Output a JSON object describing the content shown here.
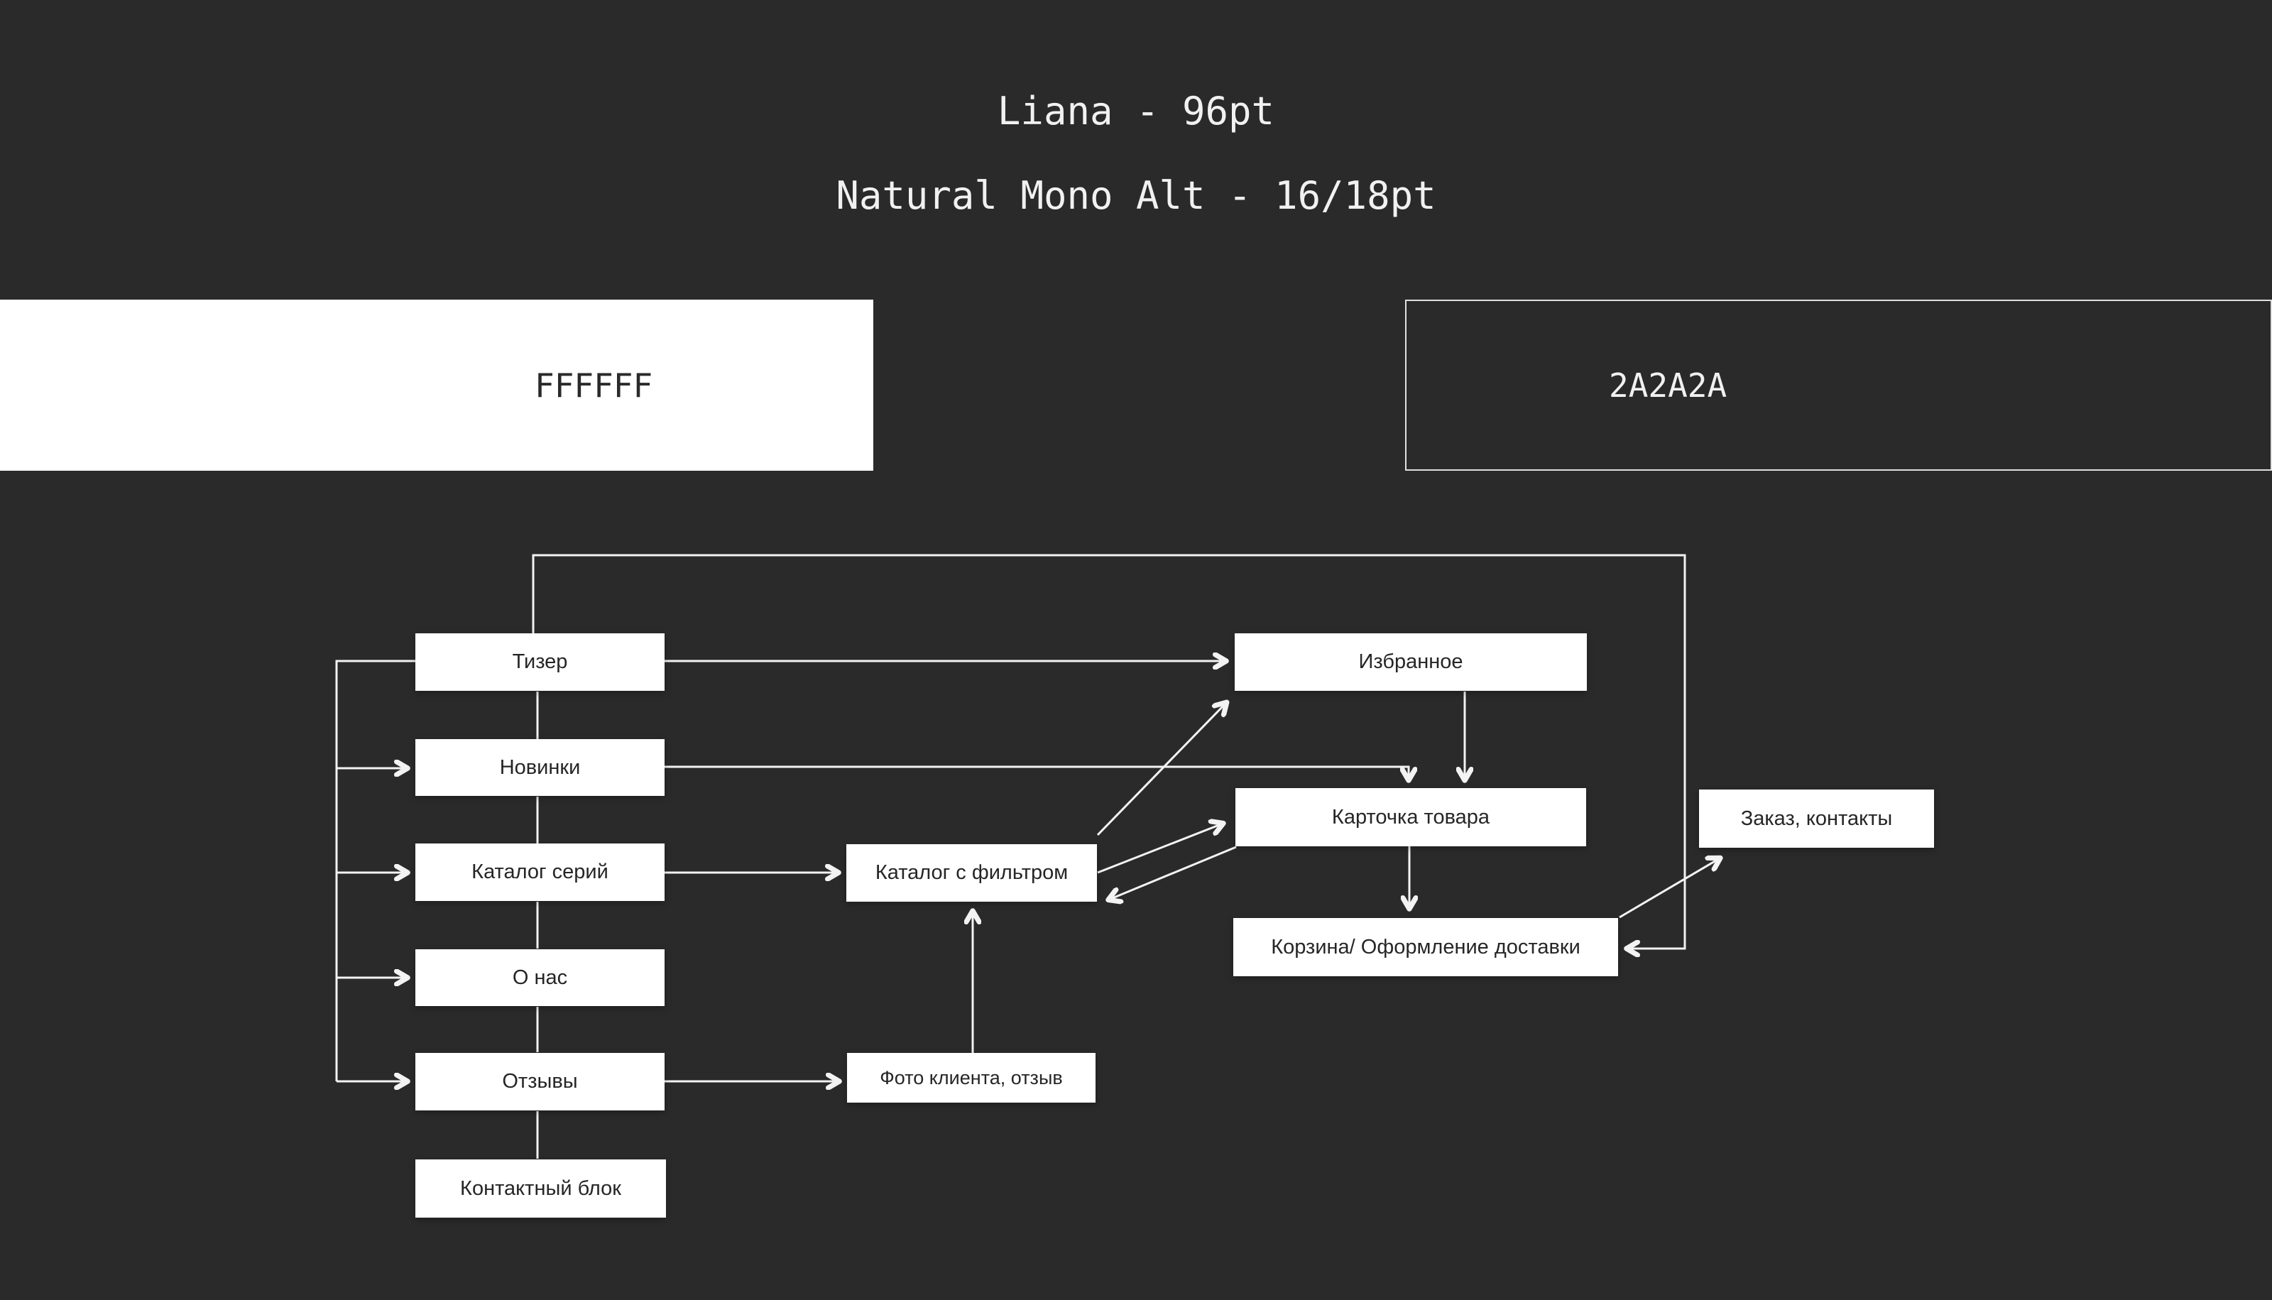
{
  "header": {
    "line1": "Liana - 96pt",
    "line2": "Natural Mono Alt - 16/18pt"
  },
  "swatches": [
    {
      "hex": "FFFFFF",
      "fill": "#FFFFFF",
      "text_color": "#2A2A2A"
    },
    {
      "hex": "2A2A2A",
      "fill": "#2A2A2A",
      "text_color": "#F1F1F1",
      "border_color": "#DFDFDF"
    }
  ],
  "colors": {
    "background": "#2A2A2A",
    "node_fill": "#FFFFFF",
    "node_text": "#262626",
    "line": "#F3F3F3"
  },
  "diagram": {
    "nodes": [
      {
        "id": "teaser",
        "label": "Тизер"
      },
      {
        "id": "novelties",
        "label": "Новинки"
      },
      {
        "id": "series-catalog",
        "label": "Каталог серий"
      },
      {
        "id": "about",
        "label": "О нас"
      },
      {
        "id": "reviews",
        "label": "Отзывы"
      },
      {
        "id": "contact-block",
        "label": "Контактный блок"
      },
      {
        "id": "filter-catalog",
        "label": "Каталог с фильтром"
      },
      {
        "id": "client-photo",
        "label": "Фото клиента, отзыв"
      },
      {
        "id": "favorites",
        "label": "Избранное"
      },
      {
        "id": "product-card",
        "label": "Карточка товара"
      },
      {
        "id": "cart",
        "label": "Корзина/ Оформление доставки"
      },
      {
        "id": "order-contacts",
        "label": "Заказ, контакты"
      }
    ],
    "edges": [
      {
        "from": "teaser",
        "to": "cart",
        "route": "outer-top-right-rail",
        "arrow": true
      },
      {
        "from": "teaser",
        "to": "novelties",
        "route": "left-rail",
        "arrow": true
      },
      {
        "from": "teaser",
        "to": "series-catalog",
        "route": "left-rail",
        "arrow": true
      },
      {
        "from": "teaser",
        "to": "about",
        "route": "left-rail",
        "arrow": true
      },
      {
        "from": "teaser",
        "to": "reviews",
        "route": "left-rail",
        "arrow": true
      },
      {
        "from": "teaser",
        "to": "novelties",
        "route": "center-chain",
        "arrow": false
      },
      {
        "from": "novelties",
        "to": "series-catalog",
        "route": "center-chain",
        "arrow": false
      },
      {
        "from": "series-catalog",
        "to": "about",
        "route": "center-chain",
        "arrow": false
      },
      {
        "from": "about",
        "to": "reviews",
        "route": "center-chain",
        "arrow": false
      },
      {
        "from": "reviews",
        "to": "contact-block",
        "route": "center-chain",
        "arrow": false
      },
      {
        "from": "teaser",
        "to": "favorites",
        "arrow": true
      },
      {
        "from": "novelties",
        "to": "product-card",
        "arrow": true
      },
      {
        "from": "series-catalog",
        "to": "filter-catalog",
        "arrow": true
      },
      {
        "from": "reviews",
        "to": "client-photo",
        "arrow": true
      },
      {
        "from": "client-photo",
        "to": "filter-catalog",
        "arrow": true
      },
      {
        "from": "filter-catalog",
        "to": "favorites",
        "arrow": true
      },
      {
        "from": "filter-catalog",
        "to": "product-card",
        "arrow": true
      },
      {
        "from": "product-card",
        "to": "filter-catalog",
        "arrow": true
      },
      {
        "from": "favorites",
        "to": "product-card",
        "arrow": true
      },
      {
        "from": "product-card",
        "to": "cart",
        "arrow": true
      },
      {
        "from": "cart",
        "to": "order-contacts",
        "arrow": true
      }
    ]
  }
}
